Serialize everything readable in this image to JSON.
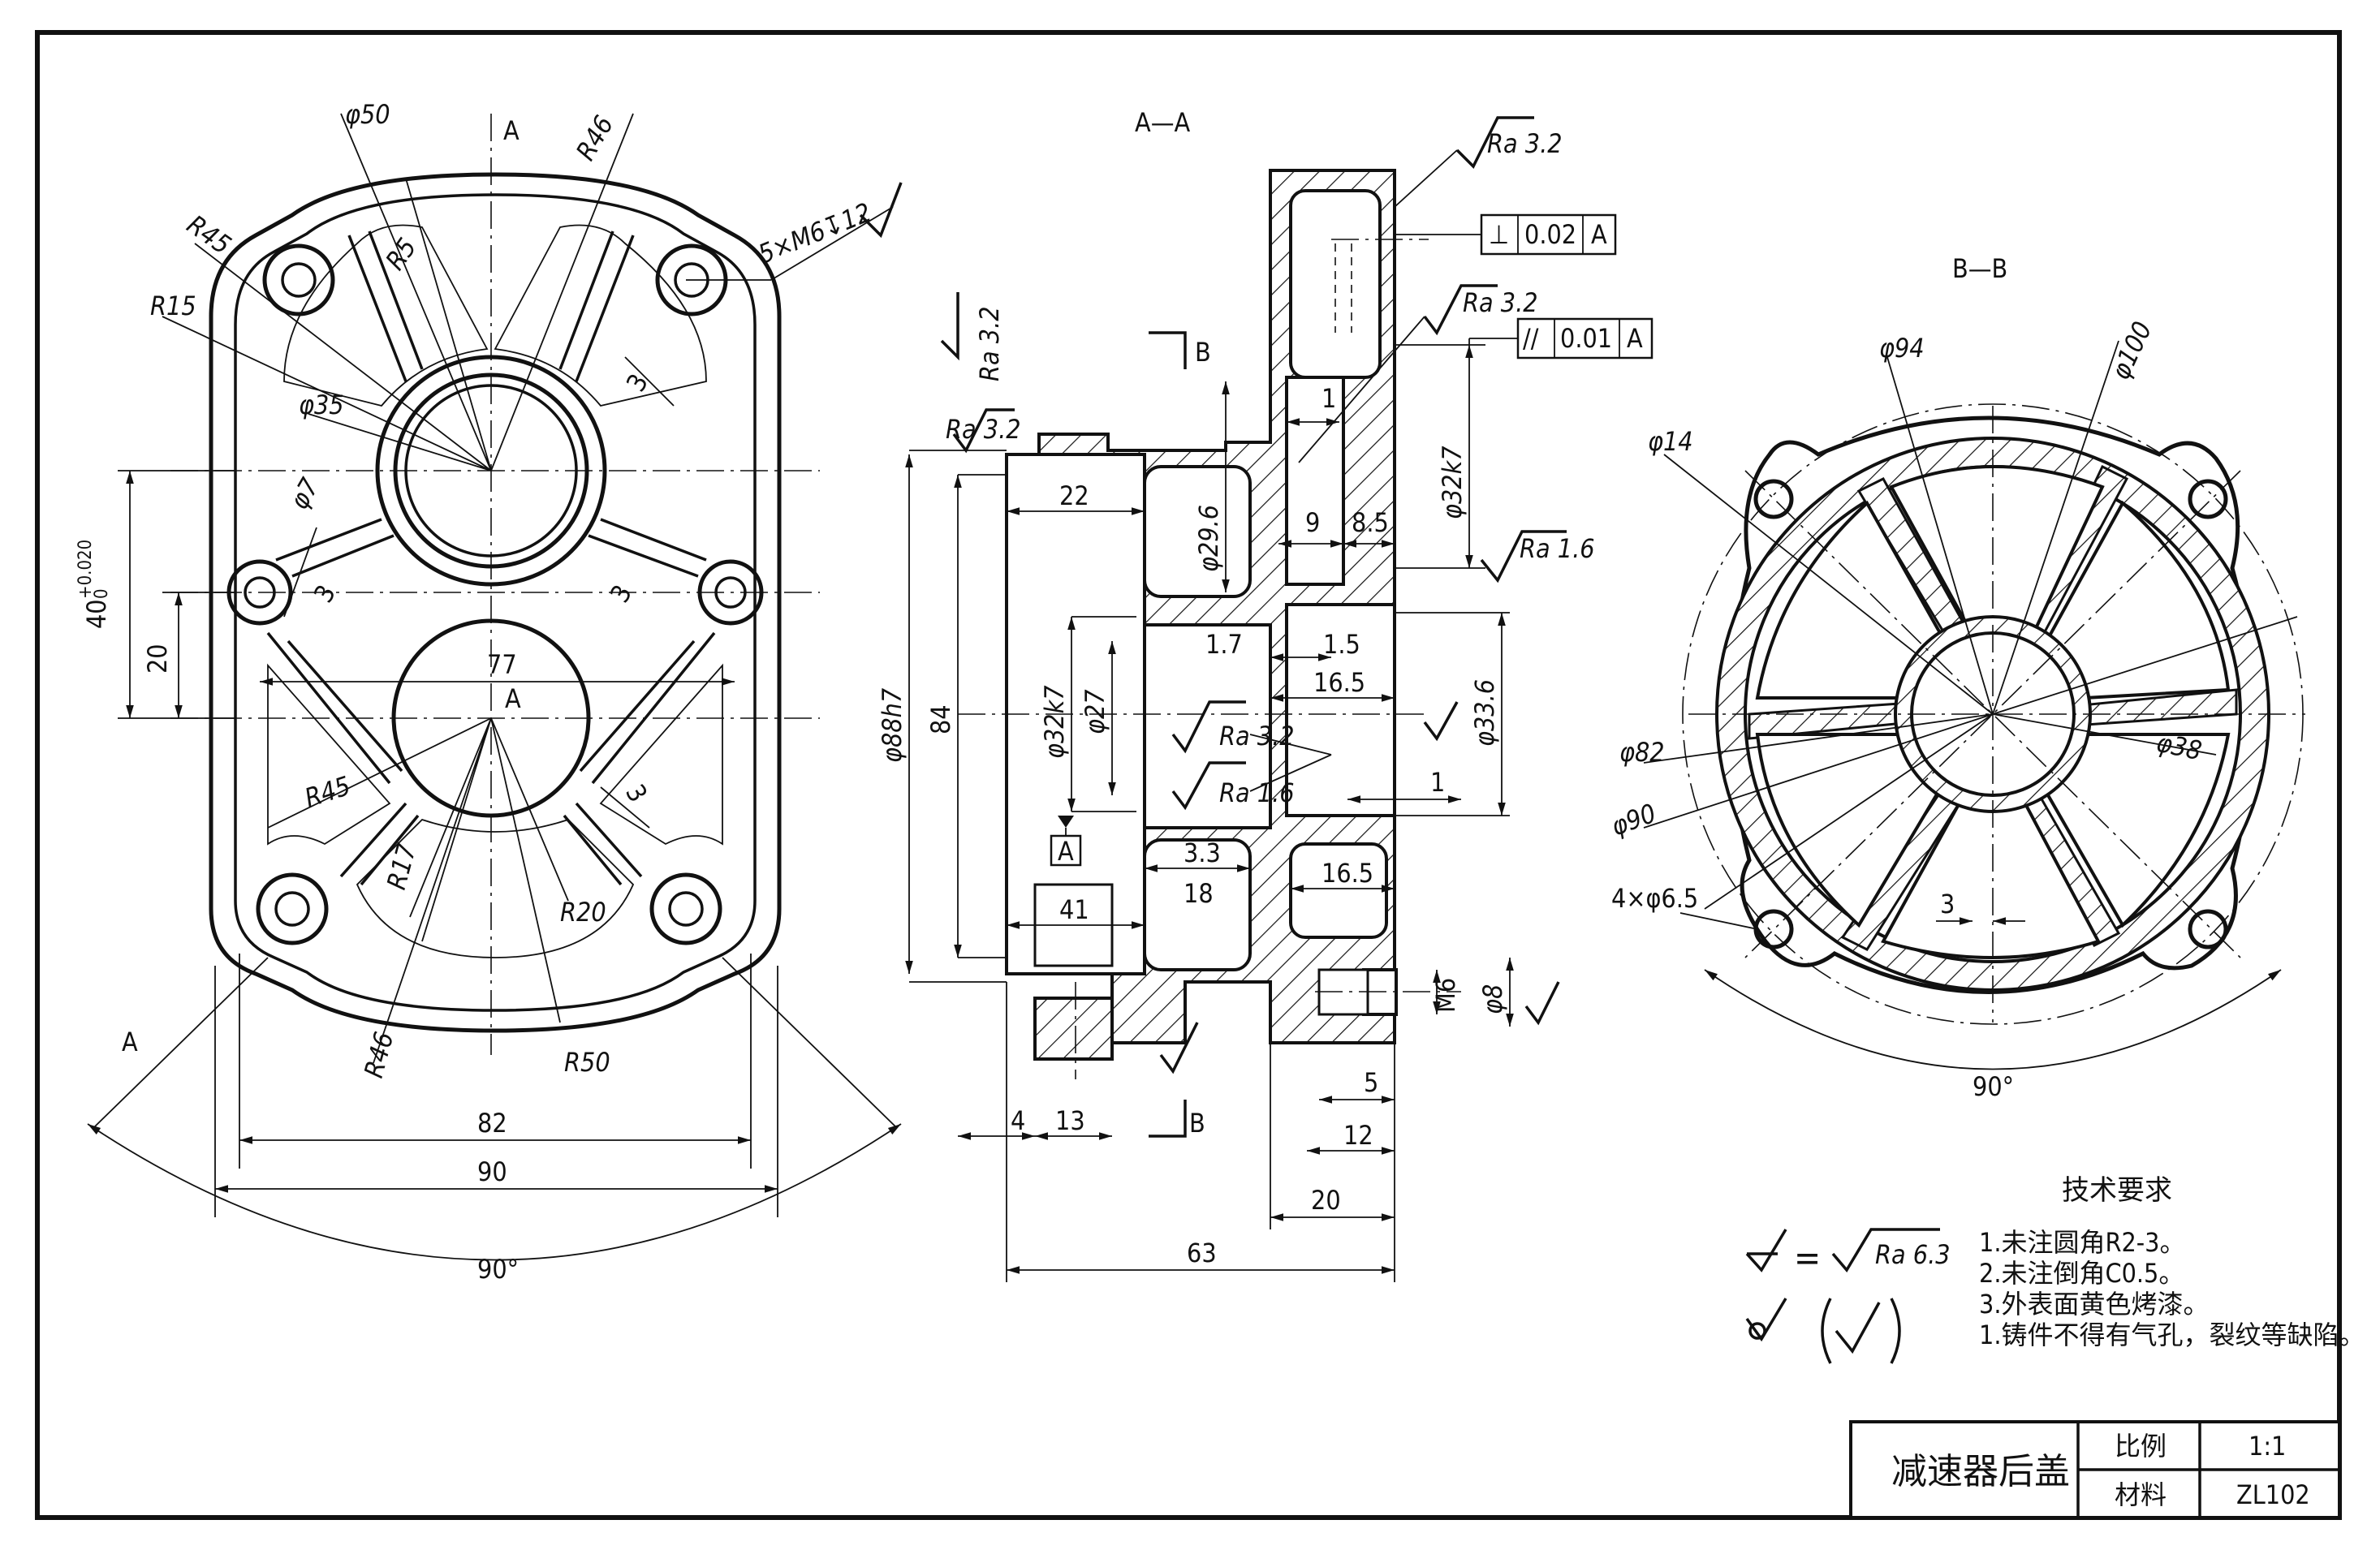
{
  "front_view": {
    "dims": [
      "φ50",
      "R46",
      "R45",
      "R5",
      "5×M6↧12",
      "R15",
      "φ35",
      "3",
      "φ7",
      "3",
      "3",
      "77",
      "A",
      "R45",
      "3",
      "R17",
      "R20",
      "R46",
      "R50",
      "82",
      "90",
      "90°",
      "20"
    ],
    "tol_base": "40",
    "tol_upper": "+0.020",
    "tol_lower": "0",
    "section_marks": [
      "A",
      "A"
    ]
  },
  "section_aa": {
    "title": "A—A",
    "roughness": [
      "Ra 3.2",
      "Ra 3.2",
      "Ra 3.2",
      "Ra 3.2",
      "Ra 1.6",
      "Ra 3.2",
      "Ra 1.6"
    ],
    "dims": [
      "22",
      "φ29.6",
      "1",
      "9",
      "8.5",
      "φ32k7",
      "1.7",
      "1.5",
      "16.5",
      "φ33.6",
      "φ88h7",
      "84",
      "φ32k7",
      "φ27",
      "1",
      "3.3",
      "18",
      "16.5",
      "41",
      "M6",
      "φ8",
      "5",
      "4",
      "13",
      "12",
      "20",
      "63"
    ],
    "datum": "A",
    "section_marks": [
      "B",
      "B"
    ]
  },
  "gdt": [
    {
      "symbol": "⊥",
      "tol": "0.02",
      "datum": "A"
    },
    {
      "symbol": "//",
      "tol": "0.01",
      "datum": "A"
    }
  ],
  "section_bb": {
    "title": "B—B",
    "dims": [
      "φ94",
      "φ100",
      "φ14",
      "φ82",
      "φ38",
      "φ90",
      "4×φ6.5",
      "3",
      "90°"
    ]
  },
  "notes": {
    "title": "技术要求",
    "symbol_eq": "=",
    "symbol_ra": "Ra 6.3",
    "lines": [
      "1.未注圆角R2-3。",
      "2.未注倒角C0.5。",
      "3.外表面黄色烤漆。",
      "1.铸件不得有气孔，裂纹等缺陷。"
    ]
  },
  "title_block": {
    "name": "减速器后盖",
    "scale_label": "比例",
    "scale_value": "1:1",
    "material_label": "材料",
    "material_value": "ZL102"
  }
}
